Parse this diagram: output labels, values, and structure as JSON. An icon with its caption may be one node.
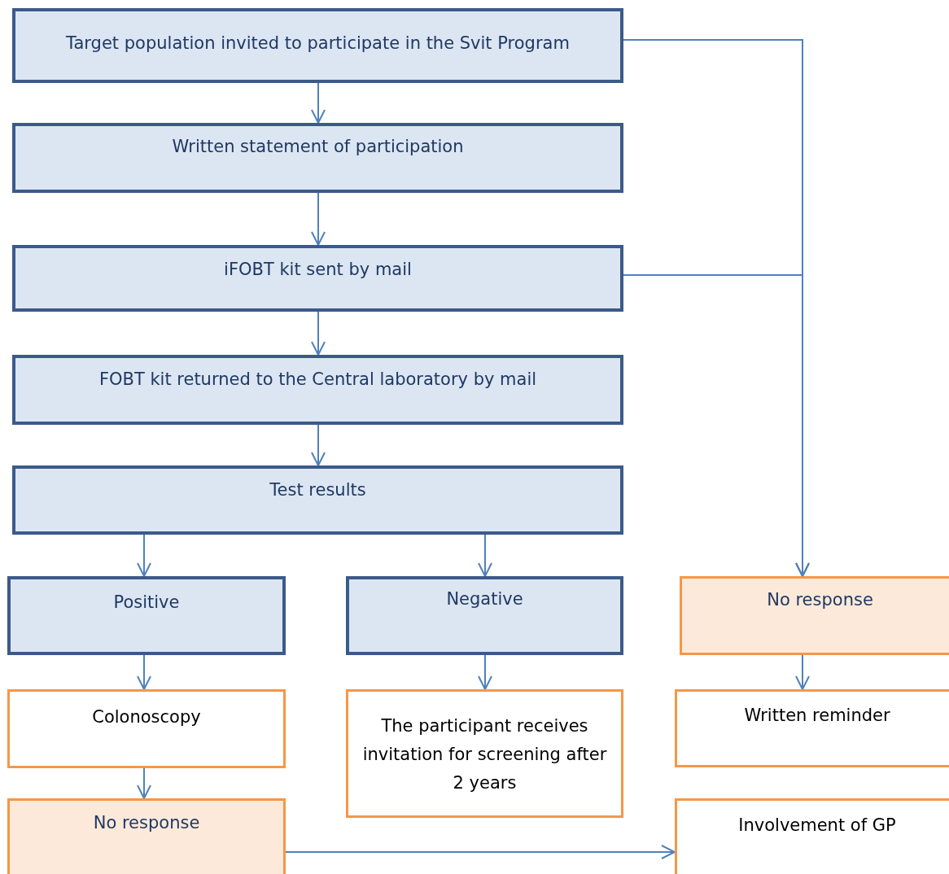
{
  "diagram": {
    "nodes": [
      {
        "text": [
          "Target population invited to participate in the Svit Program"
        ]
      },
      {
        "text": [
          "Written statement of participation"
        ]
      },
      {
        "text": [
          "iFOBT kit sent by mail"
        ]
      },
      {
        "text": [
          "FOBT kit returned to the Central laboratory by mail"
        ]
      },
      {
        "text": [
          "Test results"
        ]
      },
      {
        "text": [
          "Positive"
        ]
      },
      {
        "text": [
          "Negative"
        ]
      },
      {
        "text": [
          "No response"
        ]
      },
      {
        "text": [
          "Colonoscopy"
        ]
      },
      {
        "text": [
          "The participant receives invitation for screening after 2 years"
        ]
      },
      {
        "text": [
          "Written reminder"
        ]
      },
      {
        "text": [
          "No response"
        ]
      },
      {
        "text": [
          "Involvement of GP"
        ]
      }
    ],
    "edges": [
      {
        "from": 0,
        "to": 1,
        "arrow": "to"
      },
      {
        "from": 1,
        "to": 2,
        "arrow": "to"
      },
      {
        "from": 2,
        "to": 3,
        "arrow": "to"
      },
      {
        "from": 3,
        "to": 4,
        "arrow": "to"
      },
      {
        "from": 4,
        "to": 5,
        "arrow": "to"
      },
      {
        "from": 4,
        "to": 6,
        "arrow": "to"
      },
      {
        "from": 0,
        "to": 7,
        "arrow": "to"
      },
      {
        "from": 2,
        "to": 7,
        "arrow": "to"
      },
      {
        "from": 5,
        "to": 8,
        "arrow": "to"
      },
      {
        "from": 6,
        "to": 9,
        "arrow": "to"
      },
      {
        "from": 7,
        "to": 10,
        "arrow": "to"
      },
      {
        "from": 8,
        "to": 11,
        "arrow": "to"
      },
      {
        "from": 11,
        "to": 12,
        "arrow": "to"
      }
    ]
  }
}
